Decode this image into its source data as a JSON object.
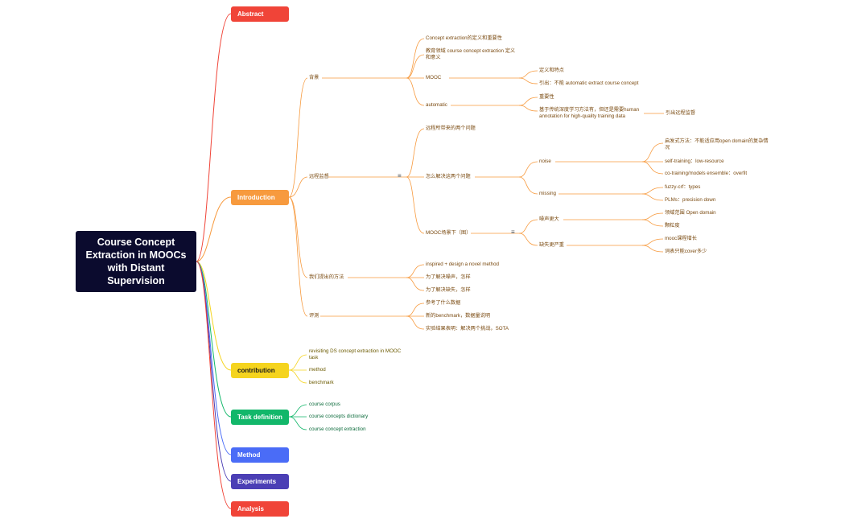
{
  "root": {
    "lines": [
      "Course Concept",
      "Extraction in MOOCs",
      "with Distant",
      "Supervision"
    ]
  },
  "colors": {
    "abstract": "#f04438",
    "introduction": "#f79a3e",
    "contribution": "#f5d41f",
    "task": "#12b76a",
    "method": "#4a6cf7",
    "experiments": "#4b3fb5",
    "analysis": "#f04438",
    "intro_text": "#7a4a10",
    "contrib_text": "#6b5a00",
    "task_text": "#0a6a3a"
  },
  "branches": {
    "abstract": "Abstract",
    "introduction": "Introduction",
    "contribution": "contribution",
    "task": "Task definition",
    "method": "Method",
    "experiments": "Experiments",
    "analysis": "Analysis"
  },
  "intro": {
    "background": {
      "label": "背景",
      "concept_def": "Concept extraction的定义和重要性",
      "edu_def_l1": "教育领域 course concept extraction 定义",
      "edu_def_l2": "和意义",
      "mooc": "MOOC",
      "mooc_def": "定义和特点",
      "mooc_lead": "引出：不能 automatic extract course concept",
      "automatic": "automatic",
      "importance": "重要性",
      "dl_l1": "基于传统深度学习方法有，但还是需要human",
      "dl_l2": "annotation for high-quality training data",
      "lead_ds": "引出远程监督"
    },
    "ds": {
      "label": "远程监督",
      "problems": "远程所带来的两个问题",
      "solve": "怎么解决这两个问题",
      "noise": "noise",
      "heuristic_l1": "启发式方法：不能适应用open domain的复杂情",
      "heuristic_l2": "况",
      "self_training": "self-training：low-resource",
      "co_training": "co-training/models ensemble：overfit",
      "missing": "missing",
      "fuzzy": "fuzzy-crf：types",
      "plms": "PLMs：precision down",
      "mooc_scene": "MOOC场景下（图）",
      "noise_bigger": "噪声更大",
      "open_domain": "领域范围 Open domain",
      "granularity": "颗粒度",
      "missing_worse": "缺失更严重",
      "mooc_growth": "mooc课程增长",
      "dict_cover": "词表只能cover多少"
    },
    "ours": {
      "label": "我们提出的方法",
      "inspired": "inspired + design a novel method",
      "solve_noise": "为了解决噪声，怎样",
      "solve_missing": "为了解决缺失，怎样"
    },
    "eval": {
      "label": "评测",
      "data": "参考了什么数据",
      "benchmark": "新的benchmark，数据量说明",
      "results": "实验结果表明：解决两个挑战，SOTA"
    }
  },
  "contribution": {
    "item1_l1": "revisiting DS concept extraction in MOOC",
    "item1_l2": "task",
    "item2": "method",
    "item3": "benchmark"
  },
  "task": {
    "item1": "course corpus",
    "item2": "course concepts dictionary",
    "item3": "course concept extraction"
  },
  "marks": {
    "summary": "≡"
  }
}
